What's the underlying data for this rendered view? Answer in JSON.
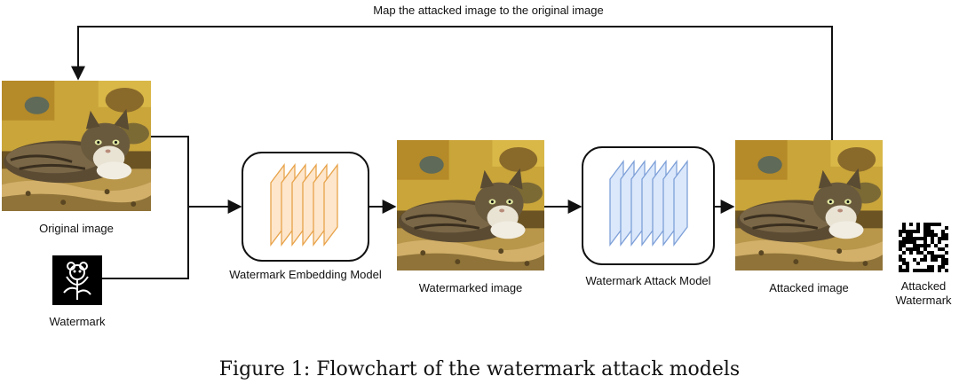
{
  "diagram": {
    "feedback_label": "Map the attacked image to the original image",
    "nodes": {
      "original_image": "Original image",
      "watermark": "Watermark",
      "embedding_model": "Watermark Embedding Model",
      "watermarked_image": "Watermarked image",
      "attack_model": "Watermark Attack Model",
      "attacked_image": "Attacked image",
      "attacked_watermark_line1": "Attacked",
      "attacked_watermark_line2": "Watermark"
    },
    "colors": {
      "embedding_layers_fill": "#fde6cc",
      "embedding_layers_stroke": "#e8a34a",
      "attack_layers_fill": "#dbe8fb",
      "attack_layers_stroke": "#7ea0d8",
      "arrow": "#111111"
    }
  },
  "caption": "Figure 1: Flowchart of the watermark attack models"
}
